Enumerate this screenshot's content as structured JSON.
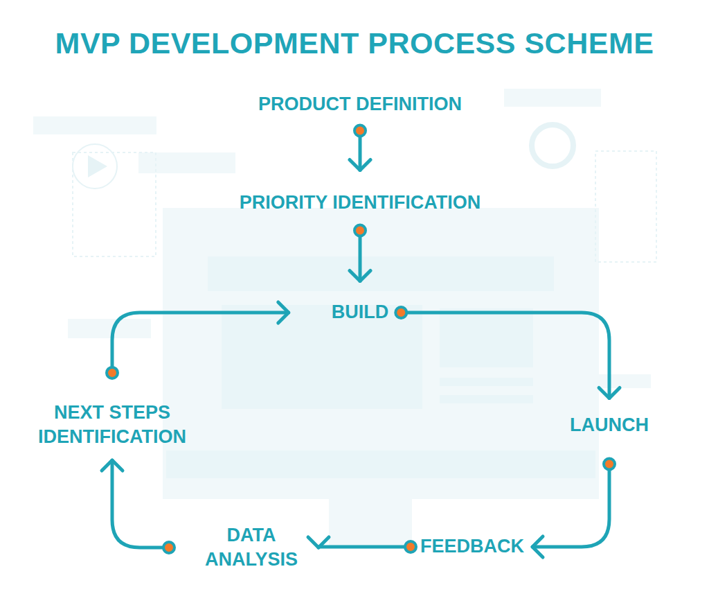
{
  "diagram": {
    "title": "MVP DEVELOPMENT PROCESS SCHEME",
    "nodes": [
      {
        "text": [
          "PRODUCT DEFINITION"
        ]
      },
      {
        "text": [
          "PRIORITY IDENTIFICATION"
        ]
      },
      {
        "text": [
          "BUILD"
        ]
      },
      {
        "text": [
          "LAUNCH"
        ]
      },
      {
        "text": [
          "FEEDBACK"
        ]
      },
      {
        "text": [
          "DATA ANALYSIS"
        ]
      },
      {
        "text": [
          "NEXT STEPS IDENTIFICATION"
        ]
      }
    ],
    "edges": [
      {
        "from": 0,
        "to": 1,
        "arrow": "to"
      },
      {
        "from": 1,
        "to": 2,
        "arrow": "to"
      },
      {
        "from": 2,
        "to": 3,
        "arrow": "to"
      },
      {
        "from": 3,
        "to": 4,
        "arrow": "to"
      },
      {
        "from": 4,
        "to": 5,
        "arrow": "to"
      },
      {
        "from": 5,
        "to": 6,
        "arrow": "to"
      },
      {
        "from": 6,
        "to": 2,
        "arrow": "to"
      }
    ]
  }
}
